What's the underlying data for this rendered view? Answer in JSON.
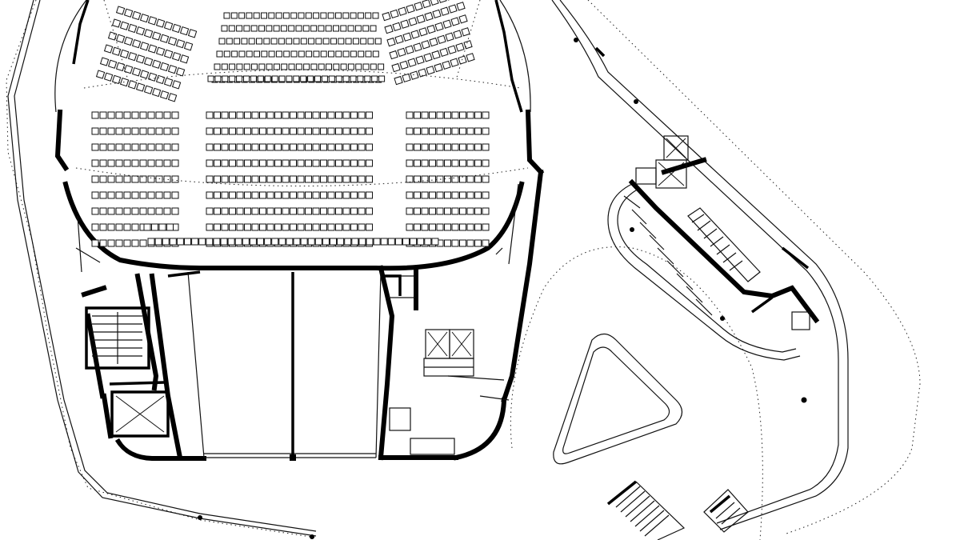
{
  "drawing": {
    "kind": "architectural-floor-plan",
    "labels": []
  },
  "seating": {
    "upper_tier_rows": 6,
    "lower_tier_rows": 9
  },
  "icons": [
    "stair-icon",
    "elevator-icon"
  ],
  "colors": {
    "ink": "#000000",
    "paper": "#ffffff"
  }
}
